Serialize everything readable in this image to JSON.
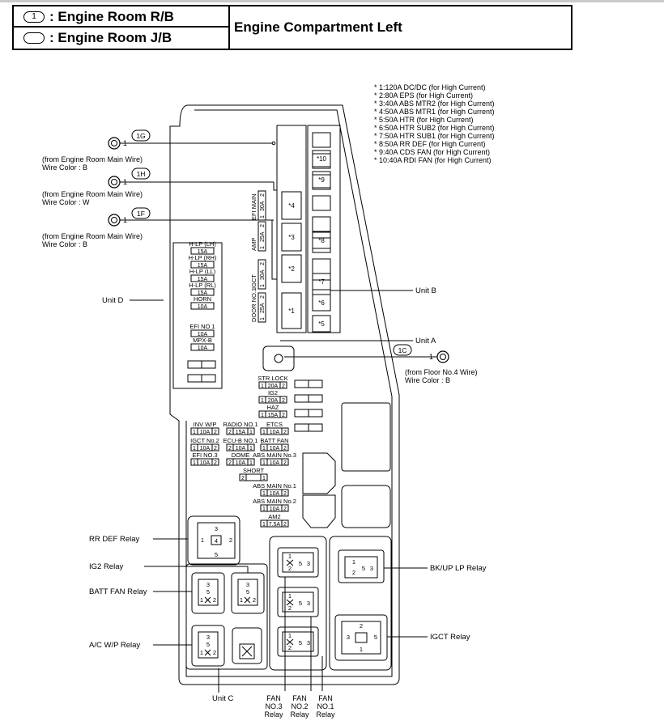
{
  "legend": {
    "symbol_rb": "1",
    "row_rb": ": Engine Room R/B",
    "row_jb": ": Engine Room J/B",
    "title": "Engine Compartment Left"
  },
  "notes": [
    "* 1:120A DC/DC (for High Current)",
    "* 2:80A EPS (for High Current)",
    "* 3:40A ABS MTR2 (for High Current)",
    "* 4:50A ABS MTR1 (for High Current)",
    "* 5:50A HTR (for High Current)",
    "* 6:50A HTR SUB2 (for High Current)",
    "* 7:50A HTR SUB1 (for High Current)",
    "* 8:50A RR DEF (for High Current)",
    "* 9:40A CDS FAN (for High Current)",
    "* 10:40A RDI FAN (for High Current)"
  ],
  "connectors": {
    "g": {
      "code": "1G",
      "pin": "1",
      "from": "(from Engine Room Main Wire)",
      "color": "Wire Color : B"
    },
    "h": {
      "code": "1H",
      "pin": "1",
      "from": "(from Engine Room Main Wire)",
      "color": "Wire Color : W"
    },
    "f": {
      "code": "1F",
      "pin": "1",
      "from": "(from Engine Room Main Wire)",
      "color": "Wire Color : B"
    },
    "c": {
      "code": "1C",
      "pin": "1",
      "from": "(from Floor No.4 Wire)",
      "color": "Wire Color : B"
    }
  },
  "units": {
    "a": "Unit A",
    "b": "Unit B",
    "c": "Unit C",
    "d": "Unit D"
  },
  "unit_d_fuses": [
    {
      "name": "H-LP (LH)",
      "amp": "15A"
    },
    {
      "name": "H-LP (RH)",
      "amp": "15A"
    },
    {
      "name": "H-LP (LL)",
      "amp": "15A"
    },
    {
      "name": "H-LP (RL)",
      "amp": "15A"
    },
    {
      "name": "HORN",
      "amp": "10A"
    },
    {
      "name": "EFI NO.1",
      "amp": "10A"
    },
    {
      "name": "MPX-B",
      "amp": "10A"
    }
  ],
  "vertical_fuses": [
    {
      "name": "EFI MAIN",
      "amp": "30A",
      "p1": "1",
      "p2": "2"
    },
    {
      "name": "AMP",
      "amp": "25A",
      "p1": "1",
      "p2": "2"
    },
    {
      "name": "IGCT",
      "amp": "30A",
      "p1": "1",
      "p2": "2"
    },
    {
      "name": "DOOR NO.1",
      "amp": "25A",
      "p1": "1",
      "p2": "2"
    }
  ],
  "unit_a_slots": [
    "*4",
    "*3",
    "*2",
    "*1"
  ],
  "unit_b_slots": [
    "*10",
    "*9",
    "*8",
    "*7",
    "*6",
    "*5"
  ],
  "center_fuses": [
    {
      "name": "STR LOCK",
      "p1": "1",
      "amp": "20A",
      "p2": "2"
    },
    {
      "name": "IG2",
      "p1": "1",
      "amp": "20A",
      "p2": "2"
    },
    {
      "name": "HAZ",
      "p1": "1",
      "amp": "15A",
      "p2": "2"
    }
  ],
  "lower_fuses": [
    {
      "name": "INV W/P",
      "p1": "1",
      "amp": "10A",
      "p2": "2"
    },
    {
      "name": "RADIO NO.1",
      "p1": "2",
      "amp": "15A",
      "p2": "1"
    },
    {
      "name": "ETCS",
      "p1": "1",
      "amp": "10A",
      "p2": "2"
    },
    {
      "name": "IGCT No.2",
      "p1": "1",
      "amp": "10A",
      "p2": "2"
    },
    {
      "name": "ECU-B NO.1",
      "p1": "2",
      "amp": "10A",
      "p2": "1"
    },
    {
      "name": "BATT FAN",
      "p1": "1",
      "amp": "10A",
      "p2": "2"
    },
    {
      "name": "EFI NO.3",
      "p1": "1",
      "amp": "10A",
      "p2": "2"
    },
    {
      "name": "DOME",
      "p1": "2",
      "amp": "10A",
      "p2": "1"
    },
    {
      "name": "ABS MAIN No.3",
      "p1": "1",
      "amp": "10A",
      "p2": "2"
    },
    {
      "name": "SHORT",
      "p1": "2",
      "amp": "",
      "p2": "1"
    },
    {
      "name": "ABS MAIN No.1",
      "p1": "1",
      "amp": "10A",
      "p2": "2"
    },
    {
      "name": "ABS MAIN No.2",
      "p1": "1",
      "amp": "10A",
      "p2": "2"
    },
    {
      "name": "AM2",
      "p1": "1",
      "amp": "7.5A",
      "p2": "2"
    }
  ],
  "relays": {
    "rr_def": "RR DEF Relay",
    "ig2": "IG2 Relay",
    "batt_fan": "BATT FAN Relay",
    "ac_wp": "A/C W/P Relay",
    "bkup_lp": "BK/UP LP Relay",
    "igct": "IGCT Relay",
    "fan3": [
      "FAN",
      "NO.3",
      "Relay"
    ],
    "fan2": [
      "FAN",
      "NO.2",
      "Relay"
    ],
    "fan1": [
      "FAN",
      "NO.1",
      "Relay"
    ]
  },
  "relay_pins": {
    "one": "1",
    "two": "2",
    "three": "3",
    "four": "4",
    "five": "5"
  }
}
